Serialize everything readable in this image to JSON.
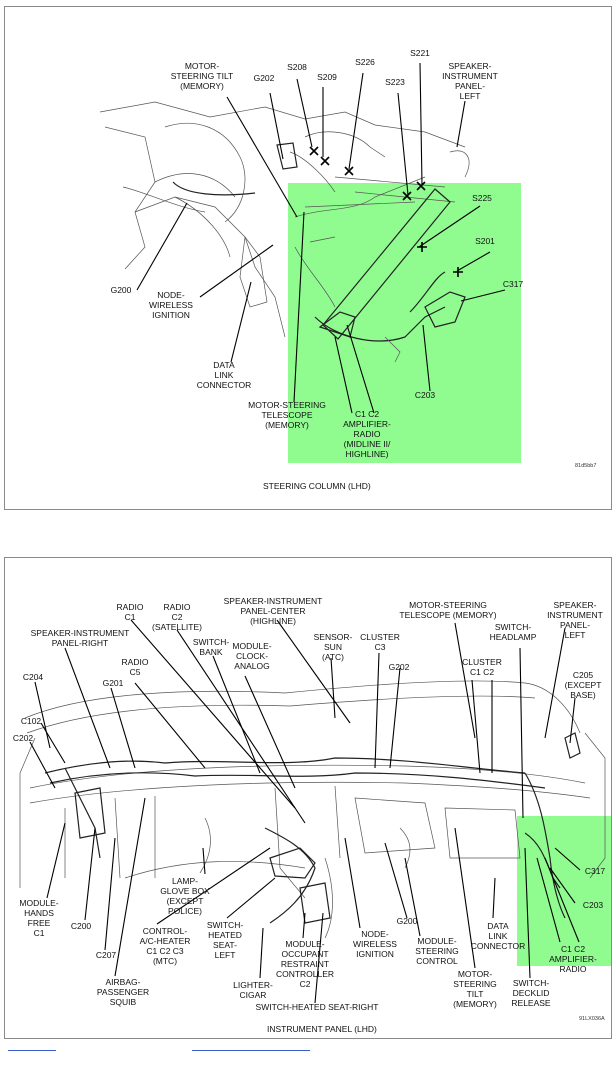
{
  "colors": {
    "highlight": "#7dfc7d",
    "line": "#000000",
    "sketch": "#555555"
  },
  "steering_column": {
    "caption": "STEERING COLUMN (LHD)",
    "code": "81d5bb7",
    "labels": {
      "motor_tilt": [
        "MOTOR-",
        "STEERING TILT",
        "(MEMORY)"
      ],
      "g202": "G202",
      "s208": "S208",
      "s209": "S209",
      "s226": "S226",
      "s221": "S221",
      "s223": "S223",
      "speaker_left": [
        "SPEAKER-",
        "INSTRUMENT",
        "PANEL-",
        "LEFT"
      ],
      "s225": "S225",
      "s201": "S201",
      "c317": "C317",
      "g200": "G200",
      "node_wireless": [
        "NODE-",
        "WIRELESS",
        "IGNITION"
      ],
      "dlc": [
        "DATA",
        "LINK",
        "CONNECTOR"
      ],
      "motor_telescope": [
        "MOTOR-STEERING",
        "TELESCOPE",
        "(MEMORY)"
      ],
      "amp_radio": [
        "C1    C2",
        "AMPLIFIER-",
        "RADIO",
        "(MIDLINE II/",
        "HIGHLINE)"
      ],
      "c203": "C203"
    }
  },
  "instrument_panel": {
    "caption": "INSTRUMENT PANEL (LHD)",
    "code": "91LX036A",
    "labels": {
      "radio_c1": [
        "RADIO",
        "C1"
      ],
      "radio_c2": [
        "RADIO",
        "C2",
        "(SATELLITE)"
      ],
      "speaker_center": [
        "SPEAKER-INSTRUMENT",
        "PANEL-CENTER",
        "(HIGHLINE)"
      ],
      "motor_telescope": [
        "MOTOR-STEERING",
        "TELESCOPE (MEMORY)"
      ],
      "speaker_left": [
        "SPEAKER-",
        "INSTRUMENT",
        "PANEL-",
        "LEFT"
      ],
      "speaker_right": [
        "SPEAKER-INSTRUMENT",
        "PANEL-RIGHT"
      ],
      "switch_bank": [
        "SWITCH-",
        "BANK"
      ],
      "module_clock": [
        "MODULE-",
        "CLOCK-",
        "ANALOG"
      ],
      "sensor_sun": [
        "SENSOR-",
        "SUN",
        "(ATC)"
      ],
      "cluster_c3": [
        "CLUSTER",
        "C3"
      ],
      "switch_headlamp": [
        "SWITCH-",
        "HEADLAMP"
      ],
      "radio_c5": [
        "RADIO",
        "C5"
      ],
      "g202": "G202",
      "cluster_c1c2": [
        "CLUSTER",
        "C1    C2"
      ],
      "c205": [
        "C205",
        "(EXCEPT",
        "BASE)"
      ],
      "c204": "C204",
      "g201": "G201",
      "c102": "C102",
      "c202": "C202",
      "c317": "C317",
      "c203": "C203",
      "module_hands_free": [
        "MODULE-",
        "HANDS",
        "FREE",
        "C1"
      ],
      "c200": "C200",
      "c207": "C207",
      "airbag": [
        "AIRBAG-",
        "PASSENGER",
        "SQUIB"
      ],
      "lamp_glove": [
        "LAMP-",
        "GLOVE BOX",
        "(EXCEPT",
        "POLICE)"
      ],
      "control_ac": [
        "CONTROL-",
        "A/C-HEATER",
        "C1  C2  C3",
        "(MTC)"
      ],
      "switch_heated_left": [
        "SWITCH-",
        "HEATED",
        "SEAT-",
        "LEFT"
      ],
      "lighter": [
        "LIGHTER-",
        "CIGAR"
      ],
      "module_orc": [
        "MODULE-",
        "OCCUPANT",
        "RESTRAINT",
        "CONTROLLER",
        "C2"
      ],
      "switch_heated_right": "SWITCH-HEATED SEAT-RIGHT",
      "node_wireless": [
        "NODE-",
        "WIRELESS",
        "IGNITION"
      ],
      "module_steering_control": [
        "MODULE-",
        "STEERING",
        "CONTROL"
      ],
      "g200": "G200",
      "dlc": [
        "DATA",
        "LINK",
        "CONNECTOR"
      ],
      "motor_tilt": [
        "MOTOR-",
        "STEERING",
        "TILT",
        "(MEMORY)"
      ],
      "switch_decklid": [
        "SWITCH-",
        "DECKLID",
        "RELEASE"
      ],
      "amp_radio": [
        "C1   C2",
        "AMPLIFIER-",
        "RADIO"
      ]
    }
  }
}
